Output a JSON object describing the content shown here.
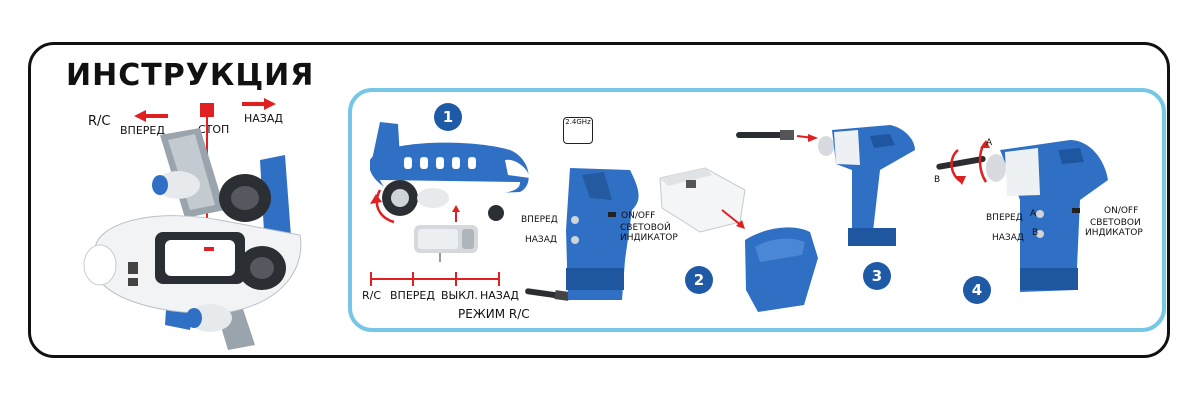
{
  "title": "ИНСТРУКЦИЯ",
  "left_labels": {
    "rc": "R/C",
    "forward": "ВПЕРЕД",
    "stop": "СТОП",
    "back": "НАЗАД"
  },
  "steps": [
    "1",
    "2",
    "3",
    "4"
  ],
  "step1": {
    "switch_labels": [
      "R/C",
      "ВПЕРЕД",
      "ВЫКЛ.",
      "НАЗАД"
    ],
    "mode_label": "РЕЖИМ R/C"
  },
  "remote": {
    "ghz": "2.4GHz",
    "forward": "ВПЕРЕД",
    "back": "НАЗАД",
    "onoff": "ON/OFF",
    "indicator_1": "СВЕТОВОЙ",
    "indicator_2": "ИНДИКАТОР"
  },
  "step4": {
    "a_top": "A",
    "b_side": "B",
    "forward": "ВПЕРЕД",
    "back": "НАЗАД",
    "a_label": "A",
    "b_label": "B",
    "onoff": "ON/OFF",
    "indicator_1": "СВЕТОВОИ",
    "indicator_2": "ИНДИКАТОР"
  },
  "colors": {
    "toy_blue": "#2f6fc4",
    "panel_border": "#76c6e6",
    "step_badge": "#1f5aa6",
    "arrow_red": "#e02020"
  }
}
